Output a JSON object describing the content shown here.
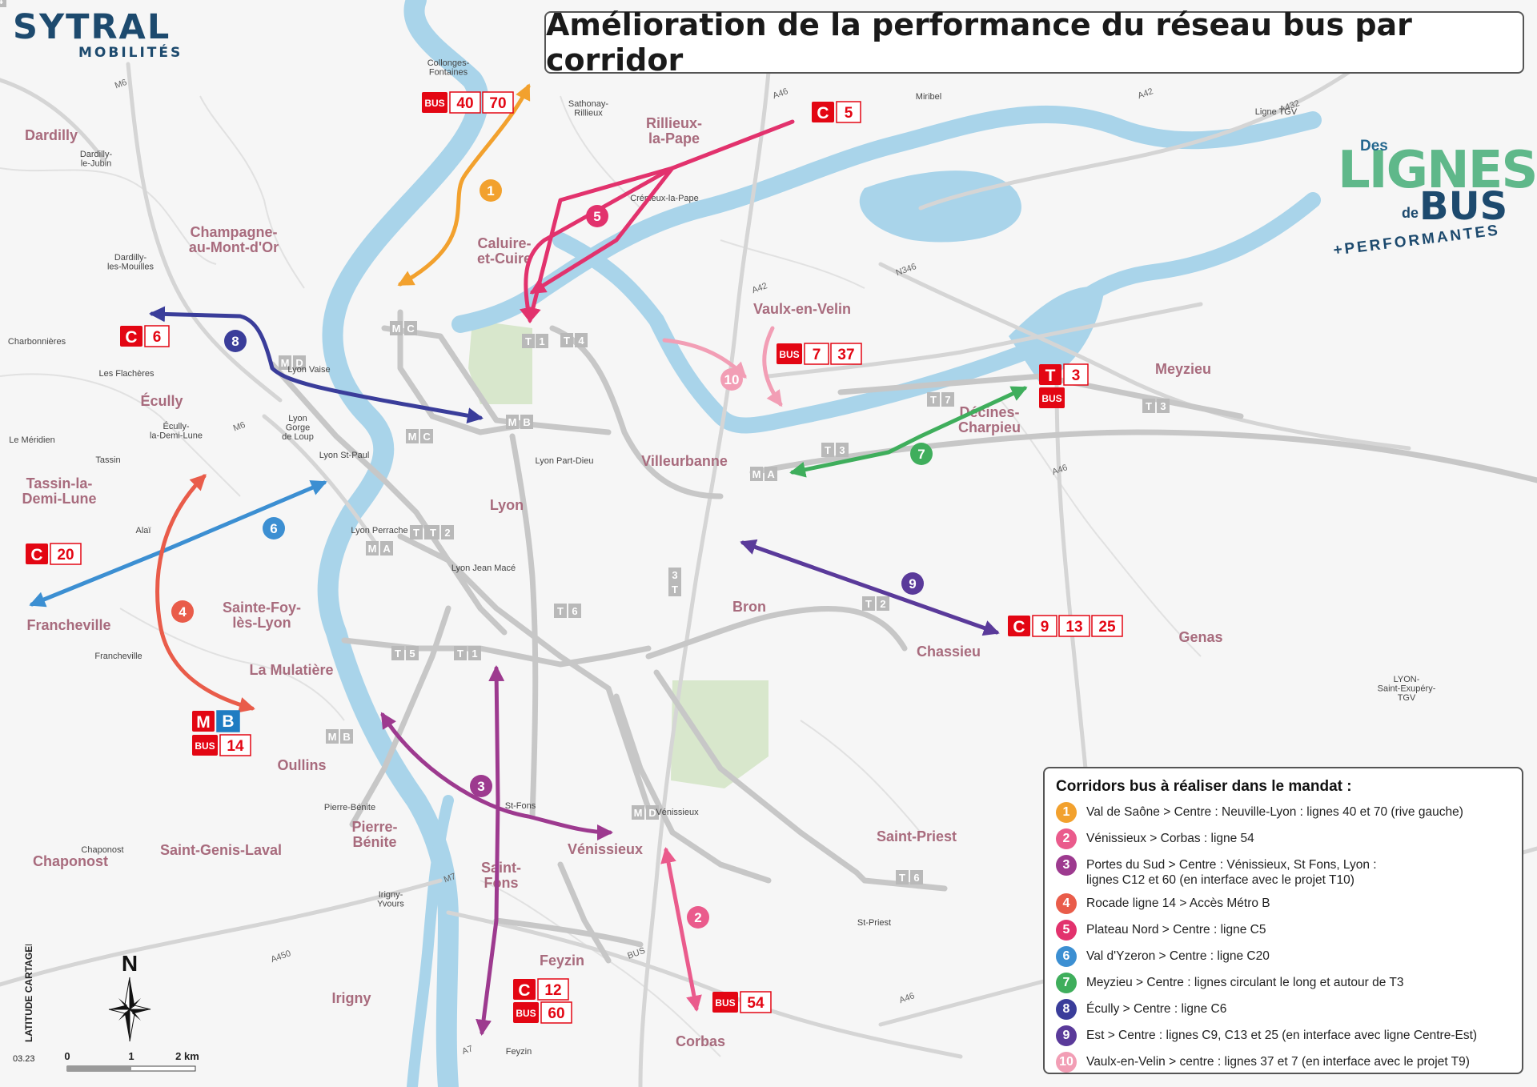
{
  "header": {
    "logo_line1": "SYTRAL",
    "logo_line2": "MOBILITÉS",
    "title": "Amélioration de la performance du réseau bus par corridor"
  },
  "brand": {
    "des": "Des",
    "lignes": "LIGNES",
    "de": "de",
    "bus": "BUS",
    "performantes": "+PERFORMANTES"
  },
  "colors": {
    "water": "#a9d4ea",
    "roads": "#d5d5d5",
    "tc": "#c7c7c7",
    "park": "#d8e7cc",
    "badge_red": "#e30613",
    "metro_blue": "#1f7cc2",
    "place": "#a86b7d",
    "text": "#333333",
    "c1": "#f2a12e",
    "c2": "#ea5b8c",
    "c3": "#9d3a8f",
    "c4": "#e95c4a",
    "c5": "#e2326d",
    "c6": "#3c8fd2",
    "c7": "#3fae5c",
    "c8": "#3a3d9a",
    "c9": "#5a3a9a",
    "c10": "#f29eb5"
  },
  "places": [
    "Dardilly",
    "Champagne-\nau-Mont-d'Or",
    "Caluire-\net-Cuire",
    "Rillieux-\nla-Pape",
    "Vaulx-en-Velin",
    "Meyzieu",
    "Décines-\nCharpieu",
    "Villeurbanne",
    "Lyon",
    "Écully",
    "Tassin-la-\nDemi-Lune",
    "Francheville",
    "Sainte-Foy-\nlès-Lyon",
    "La Mulatière",
    "Oullins",
    "Pierre-\nBénite",
    "Saint-Genis-Laval",
    "Chaponost",
    "Irigny",
    "Saint-\nFons",
    "Vénissieux",
    "Feyzin",
    "Corbas",
    "Bron",
    "Chassieu",
    "Genas",
    "Saint-Priest"
  ],
  "small_places": [
    "Collonges-\nFontaines",
    "Sathonay-\nRillieux",
    "Miribel",
    "Dardilly-\nle-Jubin",
    "Dardilly-\nles-Mouilles",
    "Crépieux-la-Pape",
    "Charbonnières",
    "Les Flachères",
    "Le Méridien",
    "Écully-\nla-Demi-Lune",
    "Tassin",
    "Alaï",
    "Lyon\nGorge\nde Loup",
    "Lyon Vaise",
    "Lyon St-Paul",
    "Lyon Part-Dieu",
    "Lyon Perrache",
    "Lyon Jean Macé",
    "Francheville",
    "Pierre-Bénite",
    "Chaponost",
    "Irigny-\nYvours",
    "St-Fons",
    "Vénissieux",
    "St-Priest",
    "Feyzin",
    "LYON-\nSaint-Exupéry-\nTGV",
    "Ligne TGV"
  ],
  "road_labels": [
    "M6",
    "A46",
    "A42",
    "A432",
    "N346",
    "A42",
    "A46",
    "M6",
    "A450",
    "M7",
    "A7",
    "BUS",
    "A46"
  ],
  "tc_labels": [
    "M",
    "C",
    "M",
    "D",
    "M",
    "C",
    "M",
    "B",
    "M",
    "A",
    "M",
    "A",
    "M",
    "B",
    "M",
    "D",
    "T",
    "1",
    "T",
    "4",
    "T",
    "7",
    "T",
    "3",
    "T",
    "3",
    "T",
    "3",
    "T",
    "6",
    "T",
    "2",
    "T",
    "5",
    "T",
    "1",
    "T",
    "6",
    "T",
    "2",
    "T",
    "1",
    "T",
    "4"
  ],
  "badges": [
    {
      "kind": "BUS",
      "lines": [
        "40",
        "70"
      ]
    },
    {
      "kind": "C",
      "lines": [
        "5"
      ]
    },
    {
      "kind": "C",
      "lines": [
        "6"
      ]
    },
    {
      "kind": "BUS",
      "lines": [
        "7",
        "37"
      ]
    },
    {
      "kind": "T",
      "lines": [
        "3"
      ]
    },
    {
      "kind": "BUS",
      "lines": []
    },
    {
      "kind": "C",
      "lines": [
        "20"
      ]
    },
    {
      "kind": "M",
      "lines": [
        "B"
      ]
    },
    {
      "kind": "BUS",
      "lines": [
        "14"
      ]
    },
    {
      "kind": "C",
      "lines": [
        "9",
        "13",
        "25"
      ]
    },
    {
      "kind": "C",
      "lines": [
        "12"
      ]
    },
    {
      "kind": "BUS",
      "lines": [
        "60"
      ]
    },
    {
      "kind": "BUS",
      "lines": [
        "54"
      ]
    }
  ],
  "corridor_numbers": [
    "1",
    "5",
    "8",
    "10",
    "7",
    "6",
    "4",
    "9",
    "3",
    "2"
  ],
  "legend": {
    "title": "Corridors bus à réaliser dans le mandat :",
    "items": [
      {
        "n": "1",
        "text": "Val de Saône > Centre : Neuville-Lyon : lignes 40 et 70 (rive gauche)"
      },
      {
        "n": "2",
        "text": "Vénissieux  > Corbas : ligne 54"
      },
      {
        "n": "3",
        "text": "Portes du Sud > Centre : Vénissieux, St Fons, Lyon :\nlignes C12 et 60 (en interface avec le projet T10)"
      },
      {
        "n": "4",
        "text": "Rocade ligne 14  > Accès Métro B"
      },
      {
        "n": "5",
        "text": "Plateau Nord  > Centre : ligne C5"
      },
      {
        "n": "6",
        "text": "Val d'Yzeron  > Centre : ligne C20"
      },
      {
        "n": "7",
        "text": "Meyzieu  > Centre : lignes circulant le long et autour de T3"
      },
      {
        "n": "8",
        "text": "Écully  > Centre : ligne C6"
      },
      {
        "n": "9",
        "text": "Est  > Centre : lignes C9, C13 et 25 (en interface avec ligne Centre-Est)"
      },
      {
        "n": "10",
        "text": "Vaulx-en-Velin  > centre : lignes 37 et 7 (en interface avec le projet T9)"
      }
    ]
  },
  "compass": {
    "north": "N"
  },
  "scale": {
    "labels": [
      "0",
      "1",
      "2 km"
    ]
  },
  "credit": {
    "name": "LATITUDE CARTAGENE",
    "date": "03.23"
  }
}
